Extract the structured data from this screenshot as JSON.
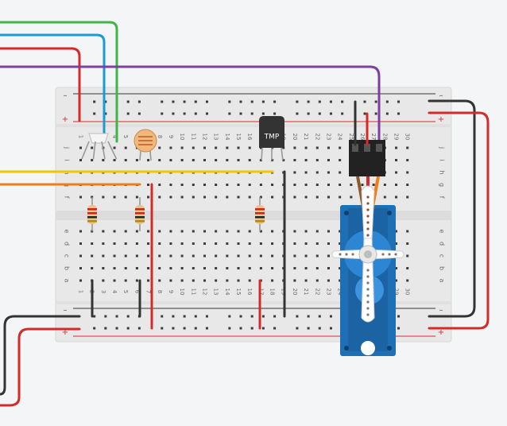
{
  "canvas": {
    "background": "#f4f5f6"
  },
  "breadboard": {
    "columns": 30,
    "row_letters_top": [
      "j",
      "i",
      "h",
      "g",
      "f"
    ],
    "row_letters_bottom": [
      "e",
      "d",
      "c",
      "b",
      "a"
    ],
    "rail_labels": {
      "minus": "–",
      "plus": "+"
    },
    "colors": {
      "board": "#e8e8e8",
      "hole": "#3b3b3b",
      "rail_red": "#d62a2a",
      "rail_dark": "#333333",
      "text": "#6a6a6a"
    }
  },
  "components": {
    "temperature_sensor": {
      "label": "TMP",
      "icon": "tmp36-sensor-icon"
    },
    "photoresistor": {
      "icon": "photoresistor-icon"
    },
    "rgb_led": {
      "icon": "rgb-led-icon"
    },
    "resistors": [
      {
        "icon": "resistor-icon"
      },
      {
        "icon": "resistor-icon"
      },
      {
        "icon": "resistor-icon"
      }
    ],
    "servo": {
      "icon": "micro-servo-icon",
      "body_color": "#1f6fb5",
      "horn_color": "#ffffff"
    }
  },
  "wire_colors": {
    "green": "#3db54a",
    "blue": "#1a9ad8",
    "red": "#d62a2a",
    "purple": "#7b3fa0",
    "yellow": "#f2c500",
    "orange": "#ef7d1a",
    "black": "#333333"
  }
}
